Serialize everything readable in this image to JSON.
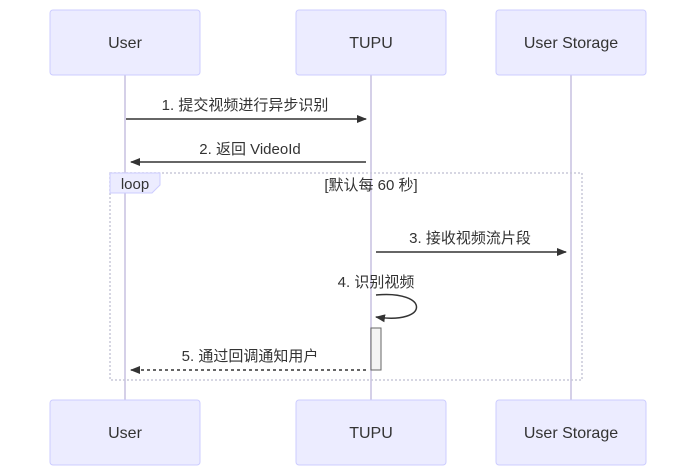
{
  "diagram": {
    "type": "sequence",
    "actors": [
      {
        "id": "user",
        "label": "User"
      },
      {
        "id": "tupu",
        "label": "TUPU"
      },
      {
        "id": "storage",
        "label": "User Storage"
      }
    ],
    "messages": [
      {
        "id": "m1",
        "from": "user",
        "to": "tupu",
        "label": "1. 提交视频进行异步识别",
        "style": "solid"
      },
      {
        "id": "m2",
        "from": "tupu",
        "to": "user",
        "label": "2. 返回 VideoId",
        "style": "solid"
      },
      {
        "id": "m3",
        "from": "tupu",
        "to": "storage",
        "label": "3. 接收视频流片段",
        "style": "solid"
      },
      {
        "id": "m4",
        "from": "tupu",
        "to": "tupu",
        "label": "4. 识别视频",
        "style": "solid"
      },
      {
        "id": "m5",
        "from": "tupu",
        "to": "user",
        "label": "5. 通过回调通知用户",
        "style": "dashed"
      }
    ],
    "loop": {
      "keyword": "loop",
      "condition": "[默认每 60 秒]",
      "contains": [
        "m3",
        "m4",
        "m5"
      ]
    }
  }
}
